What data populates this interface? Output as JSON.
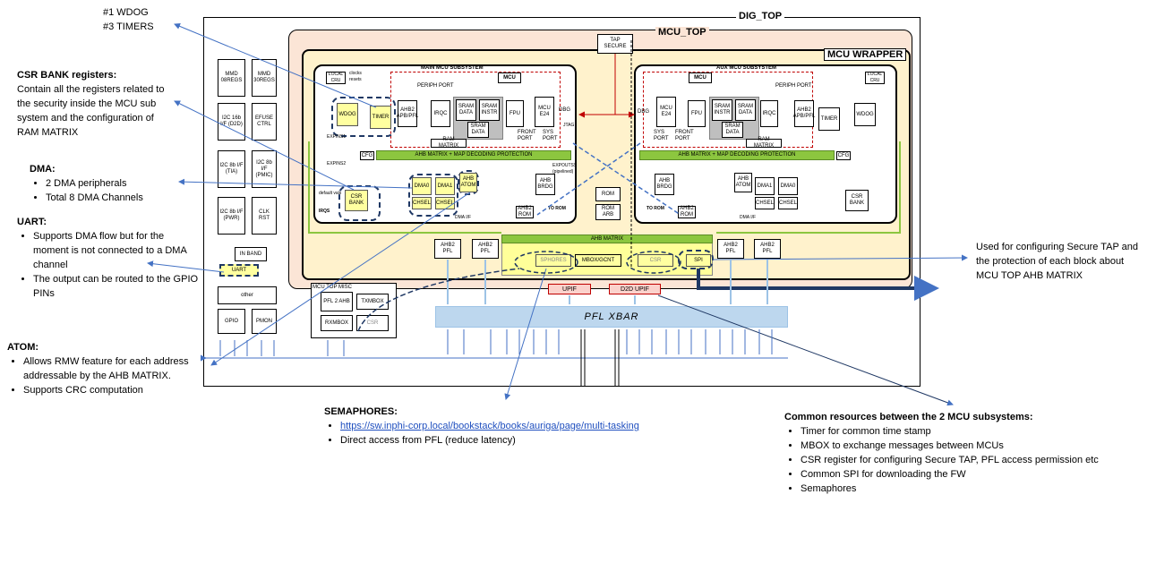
{
  "annotations": {
    "wdog_timers": [
      "#1 WDOG",
      "#3 TIMERS"
    ],
    "csr_bank": {
      "title": "CSR BANK registers:",
      "body": "Contain all the registers related to the security inside the MCU sub system and the configuration of RAM MATRIX"
    },
    "dma": {
      "title": "DMA:",
      "items": [
        "2 DMA peripherals",
        "Total 8 DMA Channels"
      ]
    },
    "uart": {
      "title": "UART:",
      "items": [
        "Supports DMA flow but for the moment is not connected to a DMA channel",
        "The output can be routed to the GPIO PINs"
      ]
    },
    "atom": {
      "title": "ATOM:",
      "items": [
        "Allows RMW feature for each address addressable by the AHB MATRIX.",
        "Supports CRC computation"
      ]
    },
    "semaphores": {
      "title": "SEMAPHORES:",
      "items": [
        "https://sw.inphi-corp.local/bookstack/books/auriga/page/multi-tasking",
        "Direct access from PFL (reduce latency)"
      ]
    },
    "secure_tap": "Used for configuring Secure TAP and the protection of each block about MCU TOP AHB MATRIX",
    "common": {
      "title": "Common resources between the 2 MCU subsystems:",
      "items": [
        "Timer for common time stamp",
        "MBOX to exchange messages between MCUs",
        "CSR register for configuring Secure TAP, PFL access permission etc",
        "Common SPI for downloading the FW",
        "Semaphores"
      ]
    }
  },
  "diagram": {
    "dig_top": "DIG_TOP",
    "mcu_top": "MCU_TOP",
    "mcu_wrapper": "MCU WRAPPER",
    "tap_secure": "TAP SECURE",
    "main_subsystem": "MAIN MCU SUBSYSTEM",
    "aux_subsystem": "AUX MCU SUBSYSTEM",
    "left_column": [
      "MMD 08REGS",
      "MMD 30REGS",
      "I2C 16b I/F (D2D)",
      "EFUSE CTRL",
      "I2C 8b I/F (TIA)",
      "I2C 8b I/F (PMIC)",
      "I2C 8b I/F (PWR)",
      "CLK RST",
      "IN BAND",
      "UART",
      "other",
      "GPIO",
      "PMON"
    ],
    "main_blocks": {
      "local_cru": "LOCAL CRU",
      "clocks_resets": "clocks resets",
      "mcu": "MCU",
      "periph_port": "PERIPH PORT",
      "wdog": "WDOG",
      "timer": "TIMER",
      "ahb2_apb_pfl": "AHB2 APB/PFL",
      "irqc": "IRQC",
      "sram_data": "SRAM DATA",
      "sram_instr": "SRAM INSTR",
      "sram_data2": "SRAM DATA",
      "fpu": "FPU",
      "mcu_e24": "MCU E24",
      "dbg": "DBG",
      "jtag": "JTAG",
      "front_port": "FRONT PORT",
      "sys_port": "SYS PORT",
      "ram_matrix": "RAM MATRIX",
      "cfg": "CFG",
      "ahb_matrix": "AHB MATRIX + MAP DECODING PROTECTION",
      "expins1": "EXPINS1",
      "expins2": "EXPINS2",
      "csr_bank": "CSR BANK",
      "default_vals": "default vals",
      "irqs": "IRQS",
      "dma0": "DMA0",
      "dma1": "DMA1",
      "atom": "AHB ATOM",
      "chsel": "CHSEL",
      "dma_if": "DMA I/F",
      "expouts": "EXPOUTSS (pipelined)",
      "ahb_brdg": "AHB BRDG",
      "ahb2_rom": "AHB2 ROM",
      "to_rom": "TO ROM"
    },
    "aux_blocks": {
      "local_cru": "LOCAL CRU",
      "mcu": "MCU",
      "periph_port": "PERIPH PORT",
      "mcu_e24": "MCU E24",
      "fpu": "FPU",
      "sram_instr": "SRAM INSTR",
      "sram_data": "SRAM DATA",
      "sram_data2": "SRAM DATA",
      "irqc": "IRQC",
      "ahb2_apb_pfl": "AHB2 APB/PFL",
      "timer": "TIMER",
      "wdog": "WDOG",
      "sys_port": "SYS PORT",
      "front_port": "FRONT PORT",
      "ram_matrix": "RAM MATRIX",
      "ahb_matrix": "AHB MATRIX + MAP DECODING PROTECTION",
      "cfg": "CFG",
      "ahb_brdg": "AHB BRDG",
      "ahb2_rom": "AHB2 ROM",
      "atom": "AHB ATOM",
      "dma1": "DMA1",
      "dma0": "DMA0",
      "chsel": "CHSEL",
      "csr_bank": "CSR BANK",
      "to_rom": "TO ROM",
      "dma_if": "DMA I/F"
    },
    "rom": "ROM",
    "rom_arb": "ROM ARB",
    "top_matrix": "AHB MATRIX",
    "top_blocks": [
      "AHB2 PFL",
      "AHB2 PFL",
      "SPHORES",
      "MBOX/GCNT",
      "CSR",
      "SPI",
      "AHB2 PFL",
      "AHB2 PFL"
    ],
    "mcu_top_misc": "MCU TOP MISC",
    "pfl2ahb": "PFL 2 AHB",
    "txmbox": "TXMBOX",
    "rxmbox": "RXMBOX",
    "csr": "CSR",
    "upif": "UPIF",
    "d2d_upif": "D2D UPIF",
    "pfl_xbar": "PFL XBAR"
  },
  "colors": {
    "accent_blue": "#4472c4",
    "pfl_xbar": "#bdd7ee",
    "mcu_top_bg": "#fbe5d6",
    "wrapper_bg": "#fff2cc",
    "green_bar": "#8cc63f",
    "red": "#c00000"
  }
}
